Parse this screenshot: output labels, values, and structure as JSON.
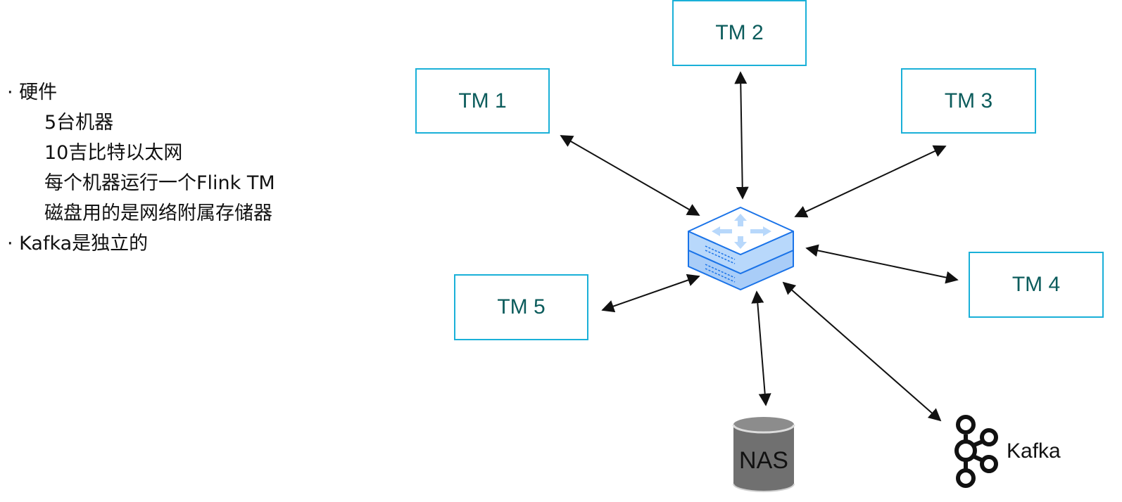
{
  "notes": {
    "hardware_heading": "· 硬件",
    "hardware_items": [
      "5台机器",
      "10吉比特以太网",
      "每个机器运行一个Flink TM",
      "磁盘用的是网络附属存储器"
    ],
    "kafka_note": "· Kafka是独立的"
  },
  "nodes": {
    "tm1": "TM 1",
    "tm2": "TM 2",
    "tm3": "TM 3",
    "tm4": "TM 4",
    "tm5": "TM 5",
    "nas": "NAS",
    "kafka": "Kafka"
  },
  "colors": {
    "box_border": "#1ab0d8",
    "box_text": "#0c5c5c",
    "switch_fill": "#b8d8fb",
    "switch_stroke": "#1a73e8",
    "nas_fill": "#707070"
  }
}
